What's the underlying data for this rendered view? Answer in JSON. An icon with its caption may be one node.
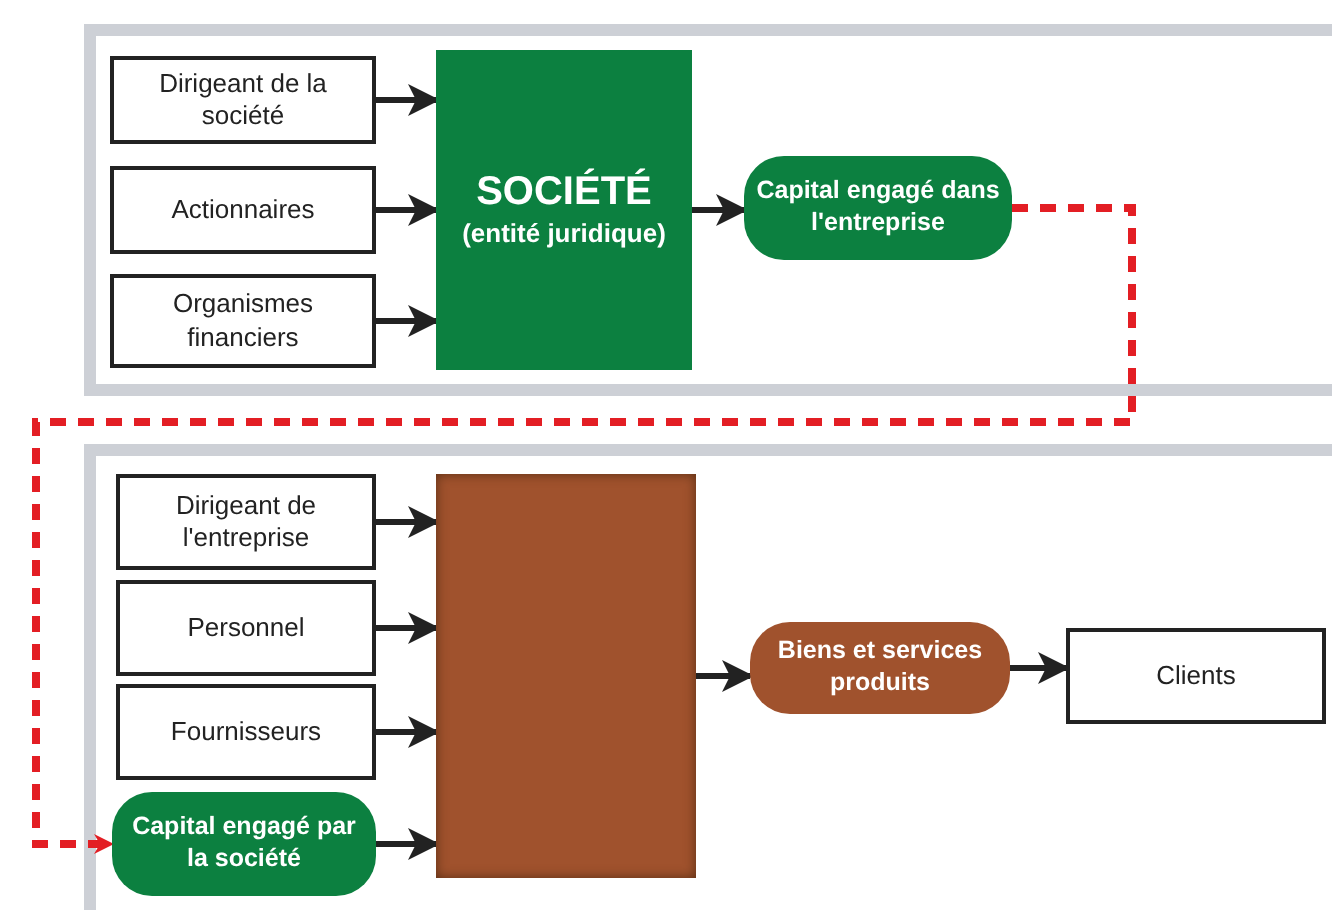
{
  "diagram": {
    "nodes": [
      {
        "text": [
          "Dirigeant de la société"
        ]
      },
      {
        "text": [
          "Actionnaires"
        ]
      },
      {
        "text": [
          "Organismes financiers"
        ]
      },
      {
        "text": [
          "SOCIÉTÉ",
          "(entité juridique)"
        ]
      },
      {
        "text": [
          "Capital engagé dans l'entreprise"
        ]
      },
      {
        "text": [
          "Dirigeant de l'entreprise"
        ]
      },
      {
        "text": [
          "Personnel"
        ]
      },
      {
        "text": [
          "Fournisseurs"
        ]
      },
      {
        "text": [
          "Capital engagé par la société"
        ]
      },
      {
        "text": [],
        "shape": "box"
      },
      {
        "text": [
          "Biens et services produits"
        ]
      },
      {
        "text": [
          "Clients"
        ]
      }
    ],
    "edges": [
      {
        "from": 0,
        "to": 3,
        "arrow": "to"
      },
      {
        "from": 1,
        "to": 3,
        "arrow": "to"
      },
      {
        "from": 2,
        "to": 3,
        "arrow": "to"
      },
      {
        "from": 3,
        "to": 4,
        "arrow": "to"
      },
      {
        "from": 4,
        "to": 8,
        "arrow": "to",
        "style": "dashed",
        "color": "#e31e24"
      },
      {
        "from": 5,
        "to": 9,
        "arrow": "to"
      },
      {
        "from": 6,
        "to": 9,
        "arrow": "to"
      },
      {
        "from": 7,
        "to": 9,
        "arrow": "to"
      },
      {
        "from": 8,
        "to": 9,
        "arrow": "to"
      },
      {
        "from": 9,
        "to": 10,
        "arrow": "to"
      },
      {
        "from": 10,
        "to": 11,
        "arrow": "to"
      }
    ]
  }
}
